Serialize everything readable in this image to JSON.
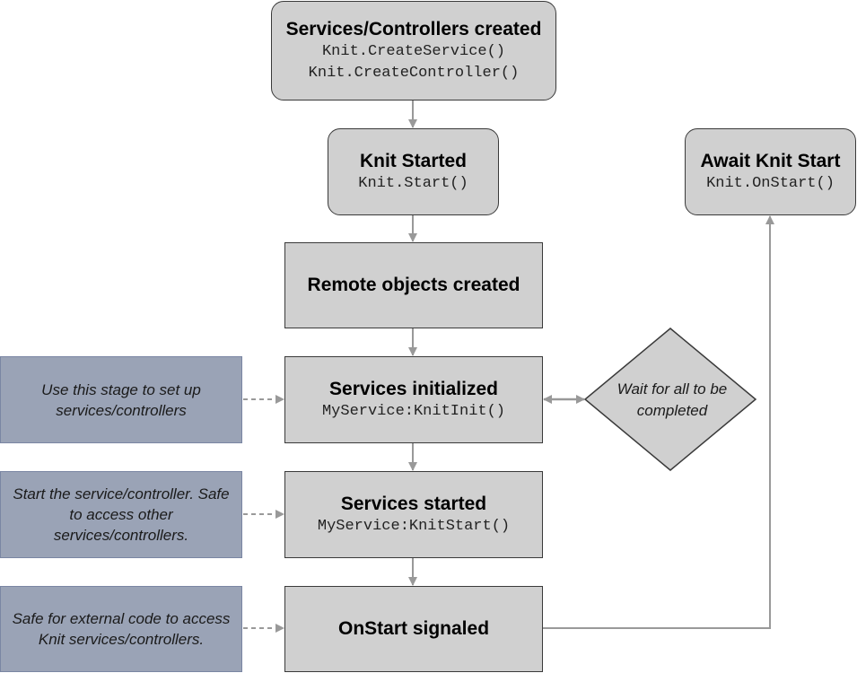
{
  "nodes": {
    "created": {
      "title": "Services/Controllers created",
      "code_lines": [
        "Knit.CreateService()",
        "Knit.CreateController()"
      ]
    },
    "knit_started": {
      "title": "Knit Started",
      "code": "Knit.Start()"
    },
    "await_start": {
      "title": "Await Knit Start",
      "code": "Knit.OnStart()"
    },
    "remote_objects": {
      "title": "Remote objects created"
    },
    "services_initialized": {
      "title": "Services initialized",
      "code": "MyService:KnitInit()"
    },
    "services_started": {
      "title": "Services started",
      "code": "MyService:KnitStart()"
    },
    "onstart_signaled": {
      "title": "OnStart signaled"
    }
  },
  "decision": {
    "text": "Wait for all to be completed"
  },
  "notes": {
    "init": "Use this stage to set up services/controllers",
    "start": "Start the service/controller. Safe to access other services/controllers.",
    "onstart": "Safe for external code to access Knit services/controllers."
  },
  "colors": {
    "node_fill": "#d0d0d0",
    "node_border": "#3a3a3a",
    "note_fill": "#9aa3b6",
    "note_border": "#7a86a3",
    "connector": "#999999"
  }
}
